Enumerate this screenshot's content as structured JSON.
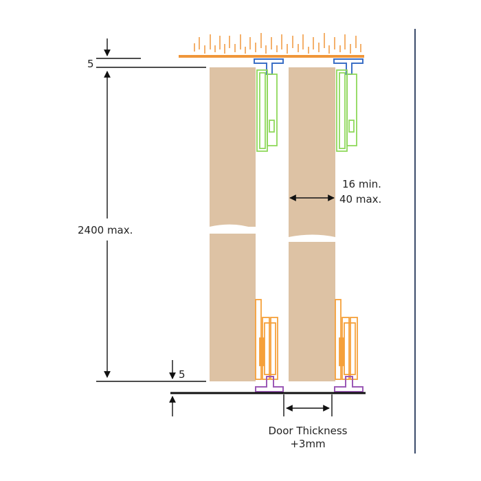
{
  "labels": {
    "top_gap": "5",
    "bottom_gap": "5",
    "height": "2400 max.",
    "clearance_min": "16 min.",
    "clearance_max": "40 max.",
    "door_thickness": "Door Thickness",
    "door_thickness_plus": "+3mm"
  },
  "colors": {
    "door": "#ddc2a4",
    "ceiling": "#f0963a",
    "top_track": "#3b6fc6",
    "top_guide": "#8ed85a",
    "bottom_roller": "#f5a03a",
    "bottom_track": "#9b59b6",
    "floor": "#111111",
    "wall": "#3a4a6a"
  }
}
